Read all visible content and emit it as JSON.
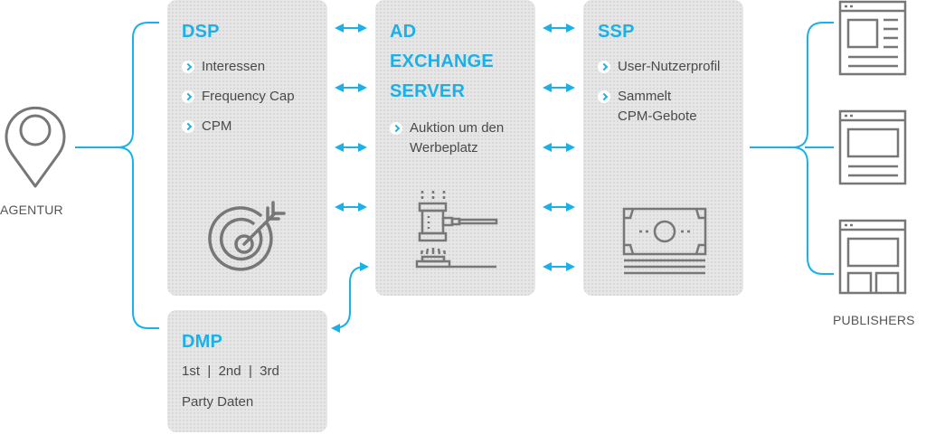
{
  "colors": {
    "accent": "#1ab0e8",
    "icon": "#777777",
    "box_bg": "#e6e6e6",
    "text": "#4a4a4a"
  },
  "agentur": {
    "label": "AGENTUR",
    "icon": "map-pin-icon"
  },
  "publishers": {
    "label": "PUBLISHERS",
    "icons": [
      "webpage-layout-icon",
      "webpage-layout-icon",
      "webpage-layout-icon"
    ]
  },
  "dsp": {
    "title": "DSP",
    "items": [
      "Interessen",
      "Frequency Cap",
      "CPM"
    ],
    "icon": "target-arrow-icon"
  },
  "dmp": {
    "title": "DMP",
    "lines": [
      "1st  |  2nd  |  3rd",
      "Party Daten"
    ]
  },
  "ad_exchange": {
    "title_lines": [
      "AD",
      "EXCHANGE",
      "SERVER"
    ],
    "items": [
      "Auktion um den Werbeplatz"
    ],
    "item_lines": [
      "Auktion um den",
      "Werbeplatz"
    ],
    "icon": "gavel-icon"
  },
  "ssp": {
    "title": "SSP",
    "items": [
      "User-Nutzerprofil",
      "Sammelt CPM-Gebote"
    ],
    "item_lines": [
      [
        "User-Nutzerprofil"
      ],
      [
        "Sammelt",
        "CPM-Gebote"
      ]
    ],
    "icon": "banknote-icon"
  }
}
